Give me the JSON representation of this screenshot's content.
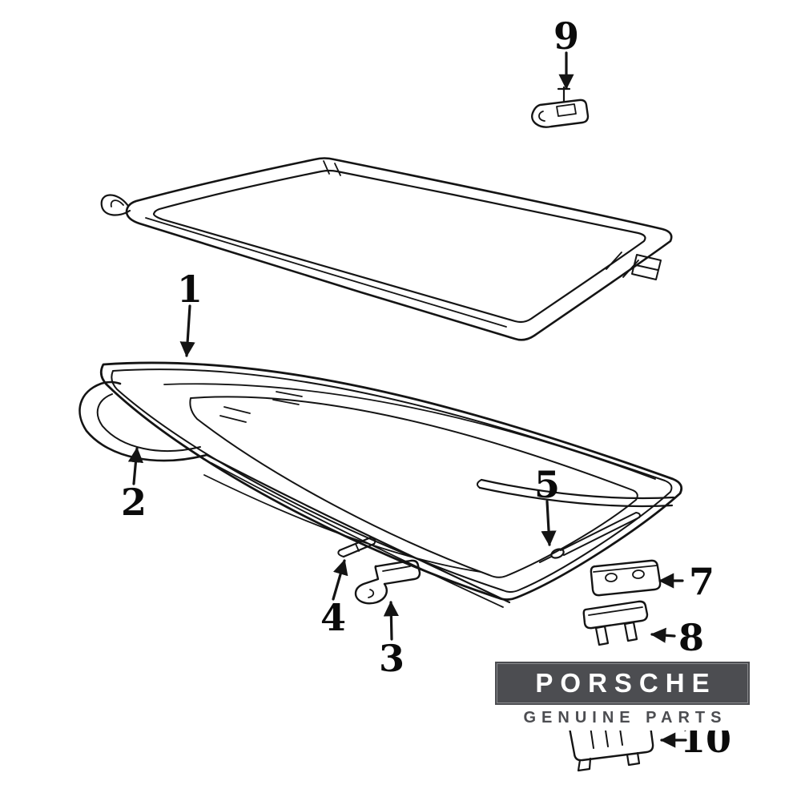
{
  "page": {
    "background_color": "#ffffff",
    "line_color": "#141414"
  },
  "diagram": {
    "callouts": [
      {
        "number": "1"
      },
      {
        "number": "2"
      },
      {
        "number": "3"
      },
      {
        "number": "4"
      },
      {
        "number": "5"
      },
      {
        "number": "7"
      },
      {
        "number": "8"
      },
      {
        "number": "9"
      },
      {
        "number": "10"
      }
    ]
  },
  "badge": {
    "brand": "PORSCHE",
    "subtitle": "GENUINE PARTS",
    "bar_color": "#4c4d51",
    "brand_text_color": "#ffffff",
    "subtitle_text_color": "#4c4d51"
  }
}
